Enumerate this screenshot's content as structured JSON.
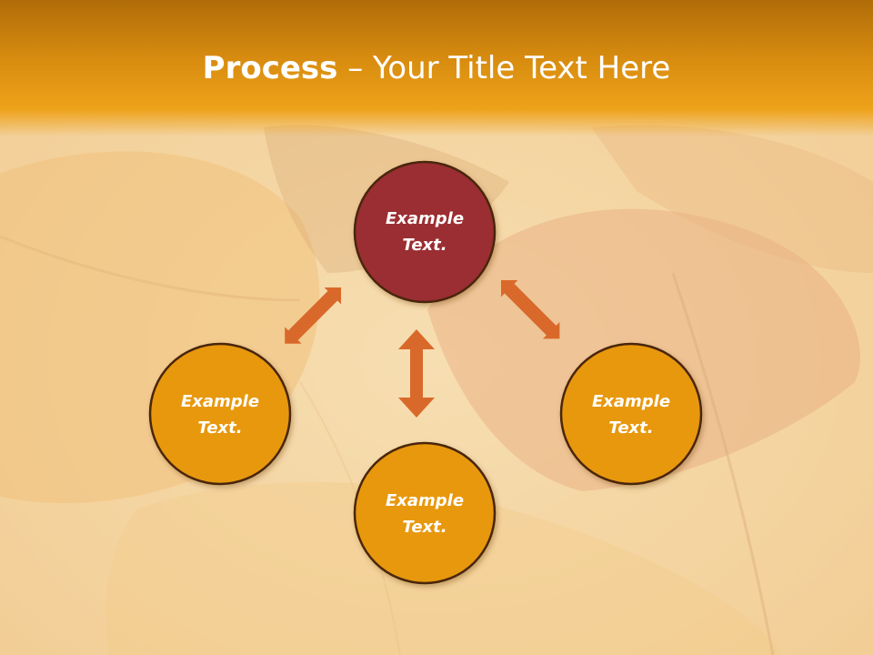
{
  "slide": {
    "title_bold": "Process",
    "title_sep": " – ",
    "title_rest": "Your Title Text Here"
  },
  "nodes": {
    "top": {
      "line1": "Example",
      "line2": "Text.",
      "color": "#9b2e33"
    },
    "left": {
      "line1": "Example",
      "line2": "Text.",
      "color": "#e8980f"
    },
    "bottom": {
      "line1": "Example",
      "line2": "Text.",
      "color": "#e8980f"
    },
    "right": {
      "line1": "Example",
      "line2": "Text.",
      "color": "#e8980f"
    }
  },
  "colors": {
    "title_bar": "#d98d10",
    "arrow": "#d9692a",
    "node_stroke": "#4a2508"
  }
}
